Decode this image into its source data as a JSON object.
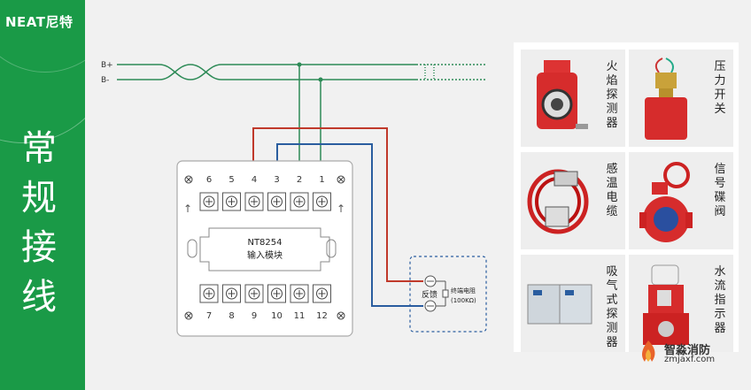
{
  "brand": {
    "logo": "NEAT尼特"
  },
  "title": "常规接线",
  "bus": {
    "b_plus": "B+",
    "b_minus": "B-"
  },
  "module": {
    "model": "NT8254",
    "name": "输入模块",
    "top_terminals": [
      "6",
      "5",
      "4",
      "3",
      "2",
      "1"
    ],
    "bottom_terminals": [
      "7",
      "8",
      "9",
      "10",
      "11",
      "12"
    ]
  },
  "feedback_box": {
    "feedback_label": "反馈",
    "resistor_label": "终端电阻",
    "resistor_value": "(100KΩ)"
  },
  "devices": [
    {
      "label": "火焰探测器"
    },
    {
      "label": "压力开关"
    },
    {
      "label": "感温电缆"
    },
    {
      "label": "信号碟阀"
    },
    {
      "label": "吸气式探测器"
    },
    {
      "label": "水流指示器"
    }
  ],
  "watermark": {
    "name": "智淼消防",
    "url": "zmjaxf.com"
  },
  "colors": {
    "green": "#1a9a47",
    "red": "#c0392b",
    "blue": "#2a5d9f",
    "bus": "#2e8b57"
  }
}
